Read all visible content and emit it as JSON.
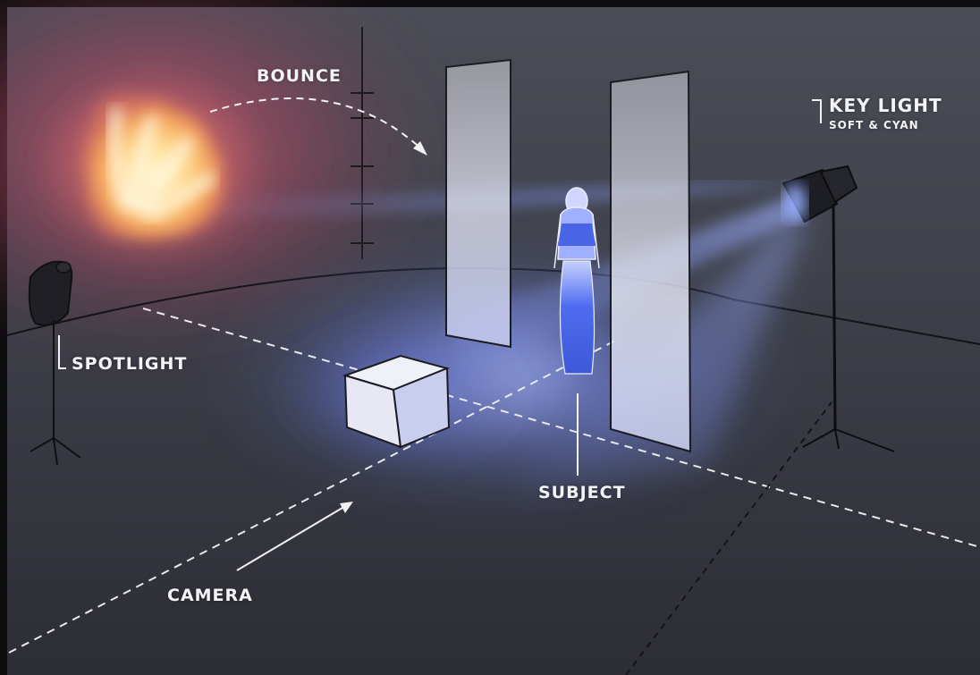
{
  "labels": {
    "bounce": "BOUNCE",
    "key_light": "KEY LIGHT",
    "key_light_sub": "SOFT & CYAN",
    "spotlight": "SPOTLIGHT",
    "subject": "SUBJECT",
    "camera": "CAMERA"
  },
  "colors": {
    "backdrop_top": "#4a4c55",
    "backdrop_bottom": "#2f3038",
    "warm_glow": "#d9586e",
    "bounce_core": "#ffe9a8",
    "key_light_beam": "#6f8dff",
    "floor_light": "#7d8fe6",
    "line": "#f2f2f4"
  }
}
